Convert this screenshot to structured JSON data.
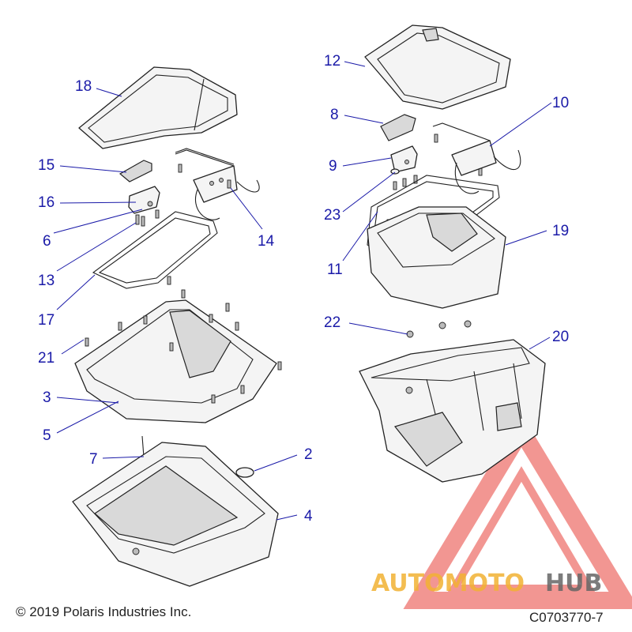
{
  "callouts": {
    "c1": "18",
    "c2": "15",
    "c3": "16",
    "c4": "6",
    "c5": "14",
    "c6": "13",
    "c7": "17",
    "c8": "21",
    "c9": "3",
    "c10": "5",
    "c11": "7",
    "c12": "2",
    "c13": "4",
    "c14": "12",
    "c15": "10",
    "c16": "8",
    "c17": "9",
    "c18": "23",
    "c19": "19",
    "c20": "11",
    "c21": "22",
    "c22": "20"
  },
  "footer": {
    "copyright": "© 2019 Polaris Industries Inc.",
    "drawing_number": "C0703770-7"
  },
  "watermark": {
    "brand_part1": "AUTOMOTO",
    "brand_part2": "HUB",
    "color_accent": "#f2b233",
    "color_logo": "#e8423a"
  },
  "callout_color": "#1a1aa8"
}
